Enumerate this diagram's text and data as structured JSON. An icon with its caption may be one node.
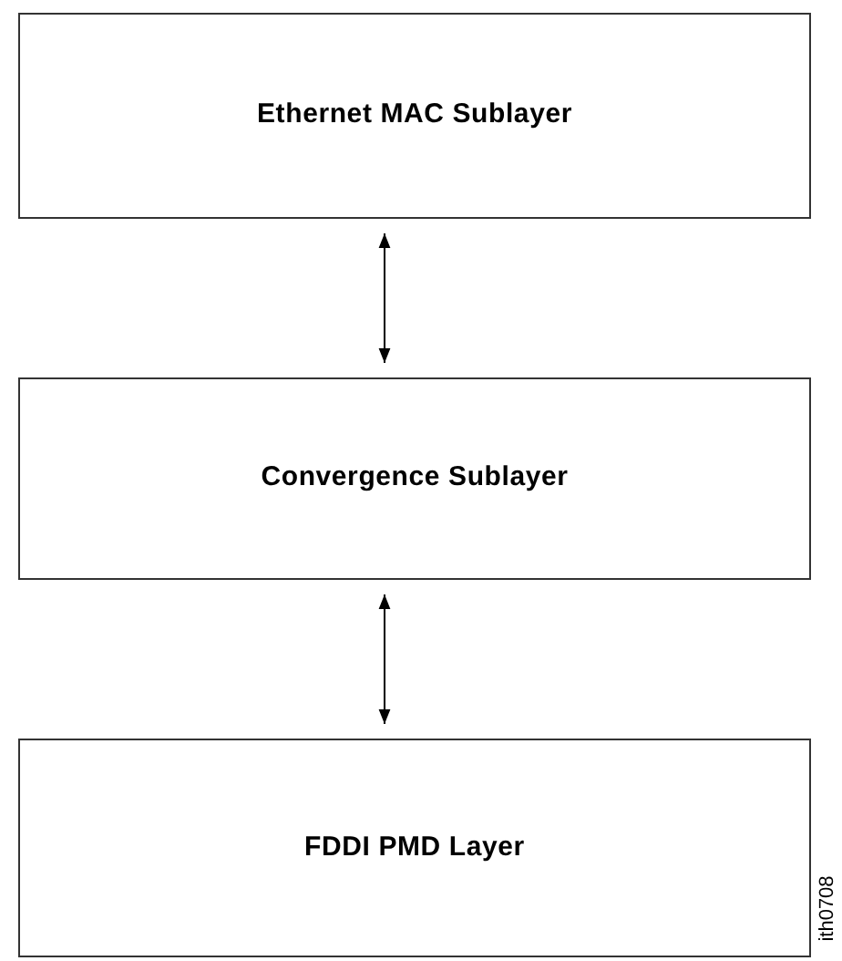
{
  "diagram": {
    "nodes": [
      {
        "text": [
          "Ethernet MAC Sublayer"
        ]
      },
      {
        "text": [
          "Convergence Sublayer"
        ]
      },
      {
        "text": [
          "FDDI PMD Layer"
        ]
      }
    ],
    "edges": [
      {
        "from": 0,
        "to": 1,
        "arrow": "both"
      },
      {
        "from": 1,
        "to": 2,
        "arrow": "both"
      }
    ],
    "labels": [
      "ith0708"
    ]
  }
}
